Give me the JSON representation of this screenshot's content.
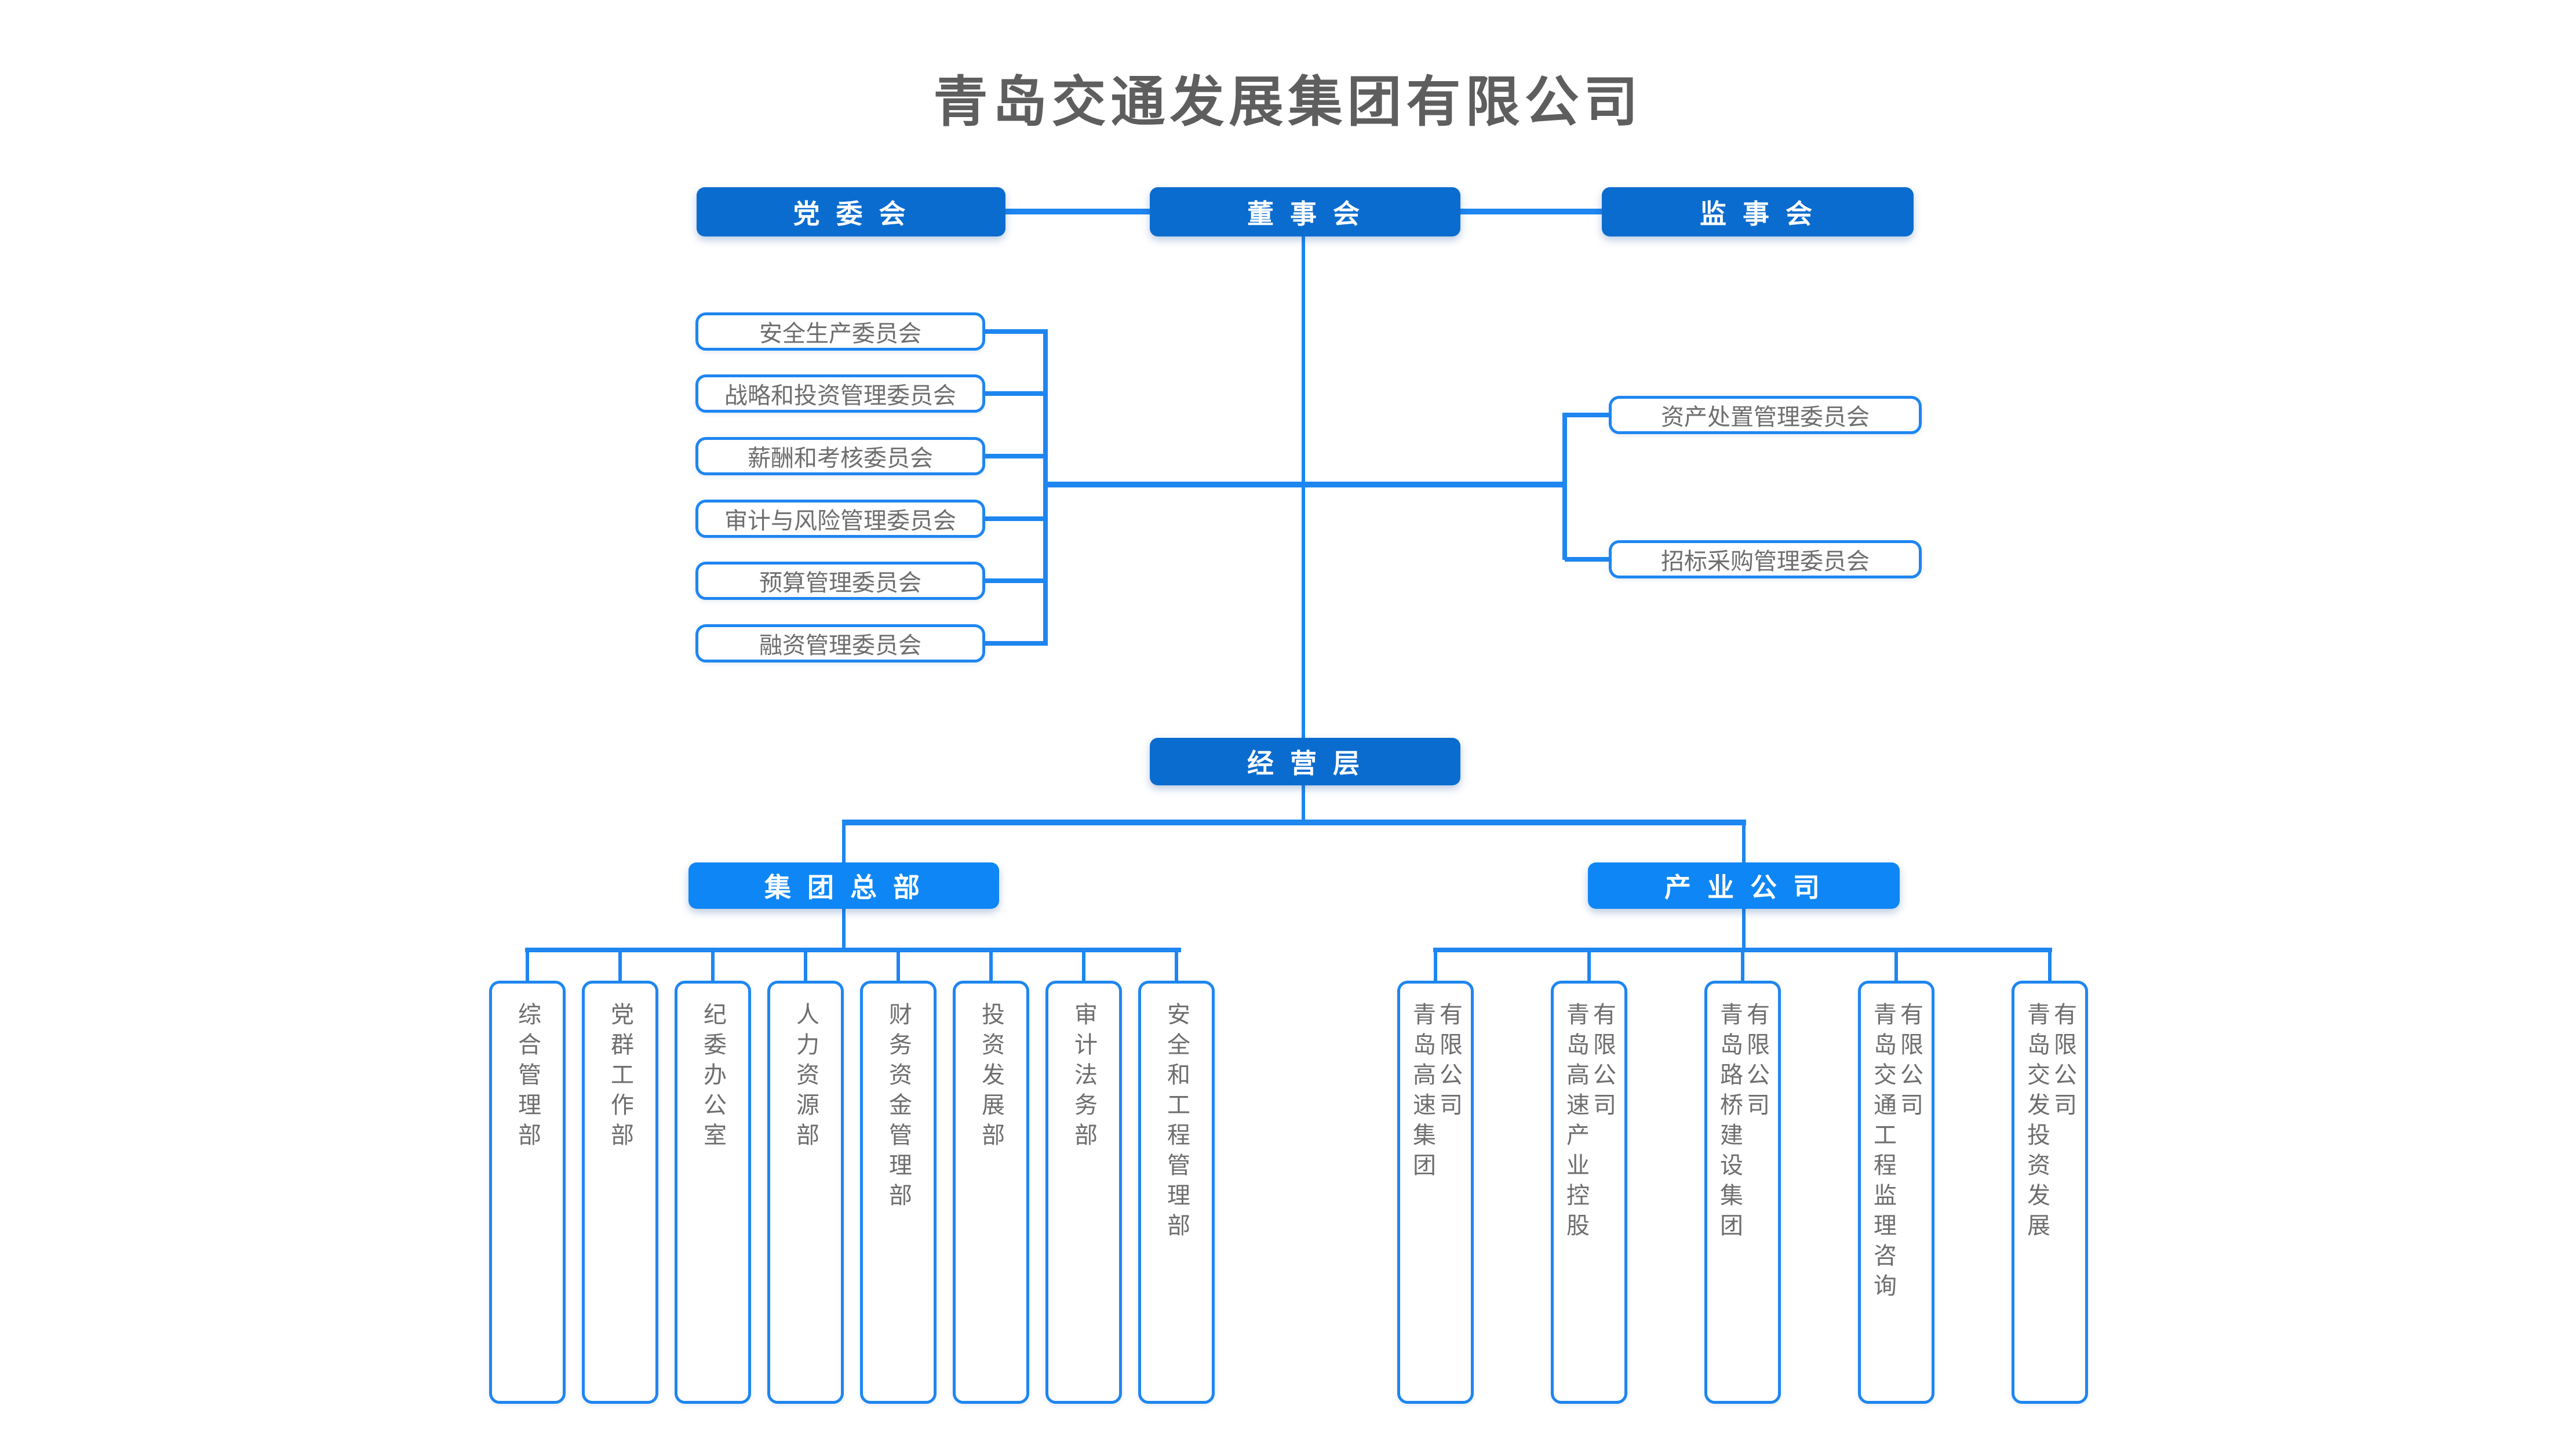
{
  "title": "青岛交通发展集团有限公司",
  "colors": {
    "dark_blue": "#0b6ccf",
    "bright_blue": "#0f86f5",
    "line_blue": "#1e86f0",
    "node_text_gray": "#6e6e6e",
    "title_gray": "#5e5e5e"
  },
  "governance": {
    "party": "党 委 会",
    "board": "董 事 会",
    "supervisory": "监 事 会"
  },
  "management": "经 营 层",
  "group_hq": "集 团 总 部",
  "industry_co": "产 业 公 司",
  "board_committees": [
    "安全生产委员会",
    "战略和投资管理委员会",
    "薪酬和考核委员会",
    "审计与风险管理委员会",
    "预算管理委员会",
    "融资管理委员会"
  ],
  "special_committees": [
    "资产处置管理委员会",
    "招标采购管理委员会"
  ],
  "departments": [
    "综合管理部",
    "党群工作部",
    "纪委办公室",
    "人力资源部",
    "财务资金管理部",
    "投资发展部",
    "审计法务部",
    "安全和工程管理部"
  ],
  "companies": [
    {
      "name": "青岛高速集团",
      "suffix": "有限公司"
    },
    {
      "name": "青岛高速产业控股",
      "suffix": "有限公司"
    },
    {
      "name": "青岛路桥建设集团",
      "suffix": "有限公司"
    },
    {
      "name": "青岛交通工程监理咨询",
      "suffix": "有限公司"
    },
    {
      "name": "青岛交发投资发展",
      "suffix": "有限公司"
    }
  ]
}
